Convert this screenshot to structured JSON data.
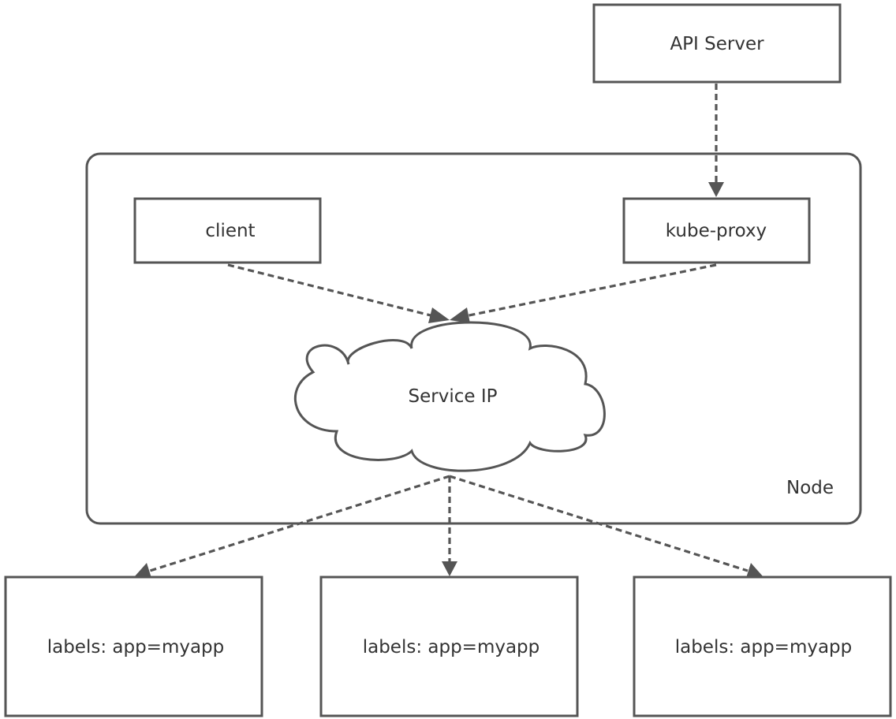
{
  "colors": {
    "stroke": "#555555",
    "text": "#333333",
    "background": "#ffffff"
  },
  "nodes": {
    "api_server": "API Server",
    "node_container": "Node",
    "client": "client",
    "kube_proxy": "kube-proxy",
    "service_ip": "Service IP",
    "pod_left": "labels: app=myapp",
    "pod_center": "labels: app=myapp",
    "pod_right": "labels: app=myapp"
  },
  "edges": [
    {
      "from": "api_server",
      "to": "kube_proxy",
      "style": "dashed"
    },
    {
      "from": "client",
      "to": "service_ip",
      "style": "dashed"
    },
    {
      "from": "kube_proxy",
      "to": "service_ip",
      "style": "dashed"
    },
    {
      "from": "service_ip",
      "to": "pod_left",
      "style": "dashed"
    },
    {
      "from": "service_ip",
      "to": "pod_center",
      "style": "dashed"
    },
    {
      "from": "service_ip",
      "to": "pod_right",
      "style": "dashed"
    }
  ]
}
